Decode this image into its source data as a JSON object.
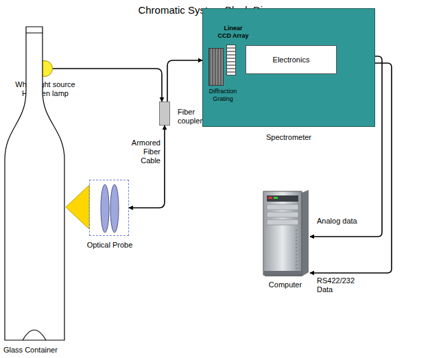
{
  "diagram": {
    "title": "Chromatic System Block Diagram",
    "nodes": [
      {
        "text": [
          "White light source Halogen lamp"
        ]
      },
      {
        "text": [
          "Fiber coupler"
        ]
      },
      {
        "text": [
          "Spectrometer"
        ]
      },
      {
        "text": [
          "Diffraction Grating"
        ],
        "in": 2
      },
      {
        "text": [
          "Linear CCD Array"
        ],
        "in": 2
      },
      {
        "text": [
          "Electronics"
        ],
        "in": 2
      },
      {
        "text": [
          "Computer"
        ]
      },
      {
        "text": [
          "Optical Probe"
        ]
      },
      {
        "text": [
          "Glass Container"
        ]
      }
    ],
    "edges": [
      {
        "from": 0,
        "to": 1,
        "arrow": "to"
      },
      {
        "from": 1,
        "to": 2,
        "arrow": "to"
      },
      {
        "from": 1,
        "to": 7,
        "label": "Armored Fiber Cable",
        "arrow": "both"
      },
      {
        "from": 5,
        "to": 6,
        "label": "Analog data",
        "arrow": "to"
      },
      {
        "from": 5,
        "to": 6,
        "label": "RS422/232 Data",
        "arrow": "both"
      }
    ]
  }
}
